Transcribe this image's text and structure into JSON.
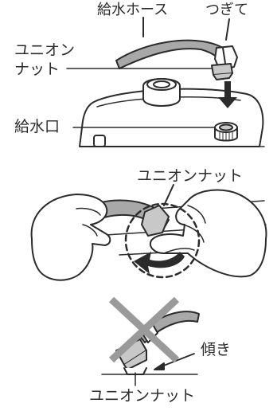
{
  "labels": {
    "hose": "給水ホース",
    "joint": "つぎて",
    "union_nut_line1": "ユニオン",
    "union_nut_line2": "ナット",
    "inlet": "給水口",
    "union_nut_middle": "ユニオンナット",
    "tilt": "傾き",
    "union_nut_bottom": "ユニオンナット"
  },
  "colors": {
    "stroke": "#2b2b2b",
    "hose_fill": "#a8a8a8",
    "nut_fill": "#c8c8c8",
    "cross": "#9a9a9a",
    "arrow": "#2b2b2b"
  },
  "icons": {
    "down_arrow": "down-arrow-icon",
    "rotate_arrow": "rotate-arrow-icon",
    "prohibited_cross": "cross-mark-icon"
  }
}
